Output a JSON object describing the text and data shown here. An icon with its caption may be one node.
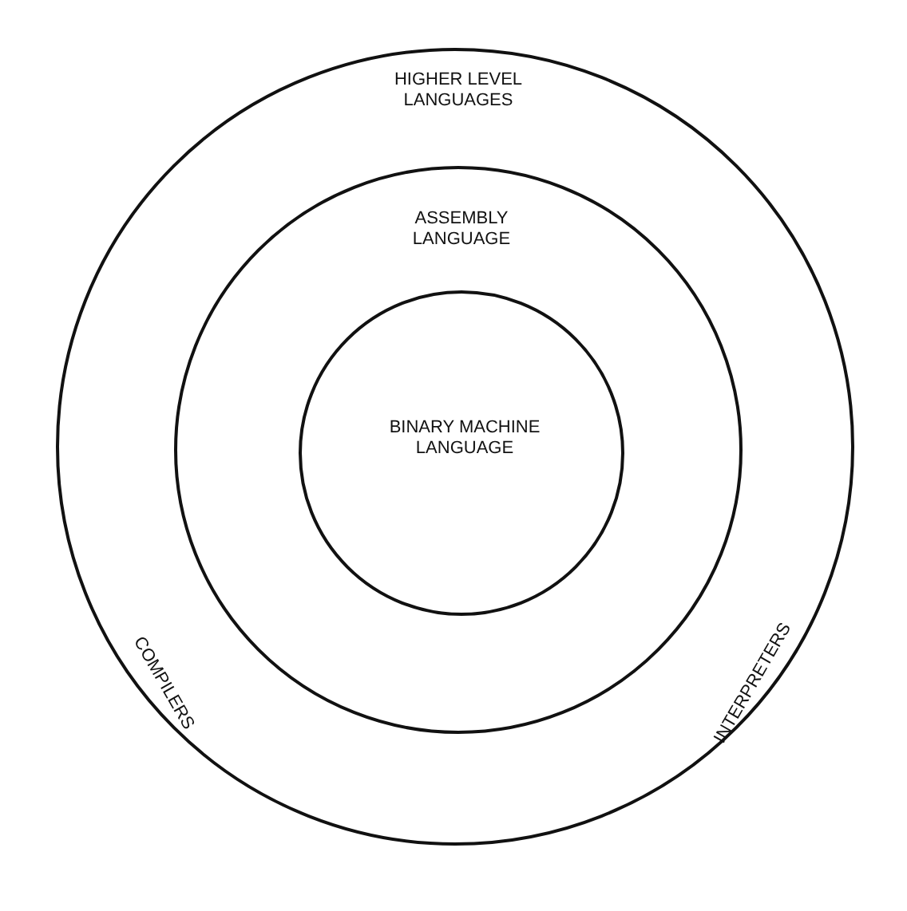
{
  "diagram": {
    "nodes": [
      {
        "text": [
          "HIGHER LEVEL LANGUAGES",
          "COMPILERS",
          "INTERPRETERS"
        ]
      },
      {
        "text": [
          "ASSEMBLY LANGUAGE"
        ],
        "in": 0
      },
      {
        "text": [
          "BINARY MACHINE LANGUAGE"
        ],
        "in": 1
      }
    ],
    "edges": []
  }
}
